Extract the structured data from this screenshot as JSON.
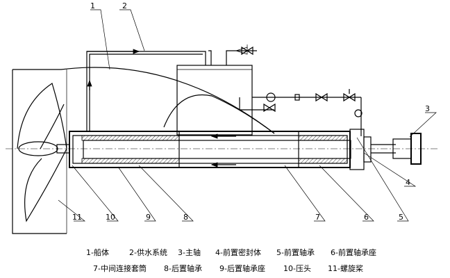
{
  "labels": {
    "n1": "1",
    "n2": "2",
    "n3": "3",
    "n4": "4",
    "n5": "5",
    "n6": "6",
    "n7": "7",
    "n8": "8",
    "n9": "9",
    "n10": "10",
    "n11": "11"
  },
  "legend": {
    "row1": [
      "1-船体",
      "2-供水系统",
      "3-主轴",
      "4-前置密封体",
      "5-前置轴承",
      "6-前置轴承座"
    ],
    "row2": [
      "7-中间连接套筒",
      "8-后置轴承",
      "9-后置轴承座",
      "10-压头",
      "11-螺旋桨"
    ]
  }
}
